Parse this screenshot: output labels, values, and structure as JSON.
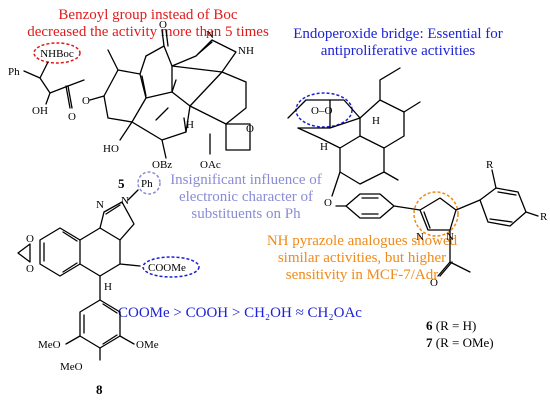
{
  "notes": {
    "boc_line1": "Benzoyl group instead of Boc",
    "boc_line2": "decreased the activity more than 5 times",
    "endo_line1": "Endoperoxide bridge: Essential for",
    "endo_line2": "antiproliferative activities",
    "elec_line1": "Insignificant influence of",
    "elec_line2": "electronic character of",
    "elec_line3": "substituents on Ph",
    "nh_line1": "NH pyrazole analogues showed",
    "nh_line2": "similar activities, but higher",
    "nh_line3": "sensitivity in MCF-7/Adr",
    "sar_series": "COOMe > COOH > CH₂OH ≈ CH₂OAc"
  },
  "atoms": {
    "nhboc": "NHBoc",
    "ph_left": "Ph",
    "oh": "OH",
    "ho": "HO",
    "obz": "OBz",
    "oac": "OAc",
    "n_pyr": "N",
    "nh_pyr": "NH",
    "h_taxane": "H",
    "o_taxane": "O",
    "o_ring": "O",
    "o_ester": "O",
    "ph_8": "Ph",
    "n8a": "N",
    "n8b": "N",
    "coome": "COOMe",
    "o_diox1": "O",
    "o_diox2": "O",
    "h_8": "H",
    "ome1": "MeO",
    "ome2": "OMe",
    "ome3": "MeO",
    "o_o": "O–O",
    "h_art1": "H",
    "h_art2": "H",
    "o_art": "O",
    "n67a": "N",
    "n67b": "N",
    "r1": "R",
    "r2": "R",
    "o_acetyl": "O"
  },
  "labels": {
    "c5": "5",
    "c8": "8",
    "c6_num": "6",
    "c6_rest": " (R = H)",
    "c7_num": "7",
    "c7_rest": " (R = OMe)"
  },
  "colors": {
    "red": "#e11b1b",
    "blue": "#1c22d8",
    "grey_blue": "#8a8cd6",
    "orange": "#f08a18"
  }
}
